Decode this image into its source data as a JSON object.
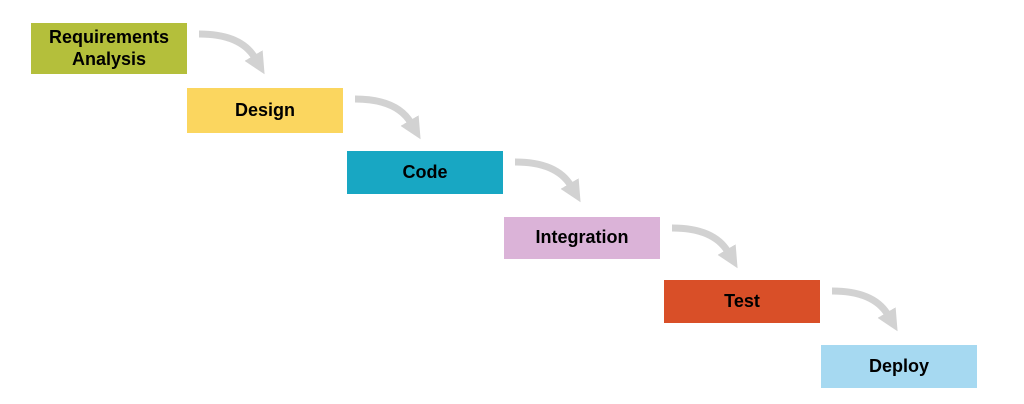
{
  "diagram": {
    "type": "waterfall-process",
    "background": "#ffffff",
    "text_color": "#000000",
    "steps": [
      {
        "label": "Requirements Analysis",
        "color": "#b4bf3b"
      },
      {
        "label": "Design",
        "color": "#fbd65f"
      },
      {
        "label": "Code",
        "color": "#18a7c3"
      },
      {
        "label": "Integration",
        "color": "#dbb3d8"
      },
      {
        "label": "Test",
        "color": "#d94f28"
      },
      {
        "label": "Deploy",
        "color": "#a6d9f1"
      }
    ],
    "connector": {
      "icon": "curved-arrow-icon",
      "color": "#d2d2d2"
    }
  }
}
